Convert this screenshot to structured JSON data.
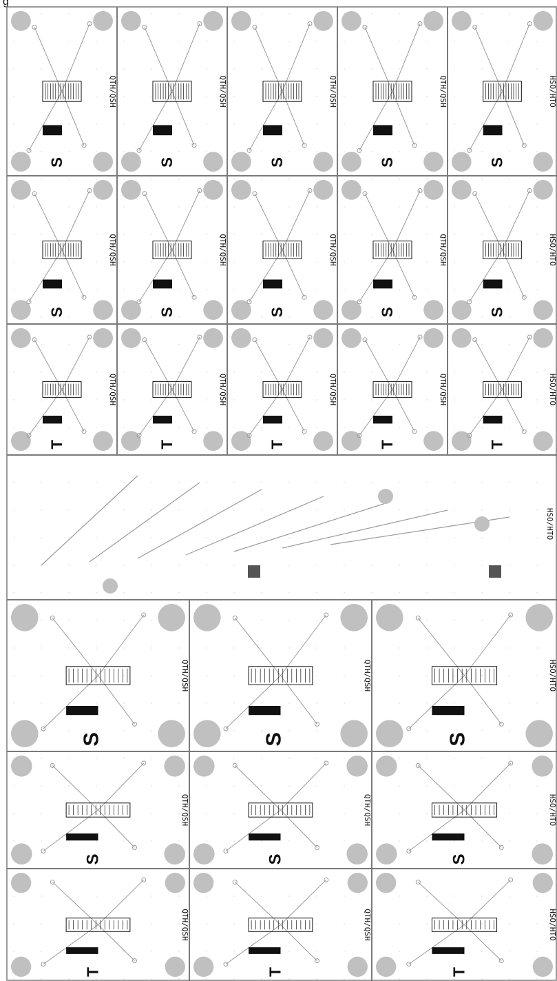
{
  "header": {
    "title_fragment": "g"
  },
  "board": {
    "colors": {
      "grid_line": "#7a7a7a",
      "pad": "#c0c0c0",
      "trace": "#9a9a9a",
      "ink": "#111111",
      "background": "#ffffff"
    },
    "panel_label_text": "QTH/QSH",
    "partial_label_text": "HSO/HTO",
    "top_region": {
      "rows": [
        {
          "letters": [
            "T",
            "S",
            "S"
          ],
          "labels": [
            "QTH/QSH",
            "QTH/QSH",
            "QTH/QSH"
          ]
        },
        {
          "letters": [
            "T",
            "S",
            "S"
          ],
          "labels": [
            "QTH/QSH",
            "QTH/QSH",
            "QTH/QSH"
          ]
        },
        {
          "letters": [
            "T",
            "S",
            "S"
          ],
          "labels": [
            "QTH/QSH",
            "QTH/QSH",
            "QTH/QSH"
          ]
        },
        {
          "letters": [
            "T",
            "S",
            "S"
          ],
          "labels": [
            "QTH/QSH",
            "QTH/QSH",
            "QTH/QSH"
          ]
        },
        {
          "letters": [
            "T",
            "S",
            "S"
          ],
          "labels": [
            "HSO/HTO",
            "HSO/HTO",
            "HSO/HTO"
          ]
        }
      ]
    },
    "middle_region": {
      "label": "HSO/HTO"
    },
    "bottom_region": {
      "rows": [
        {
          "letters": [
            "S",
            "S",
            "T"
          ],
          "labels": [
            "QTH/QSH",
            "QTH/QSH",
            "QTH/QSH"
          ]
        },
        {
          "letters": [
            "S",
            "S",
            "T"
          ],
          "labels": [
            "QTH/QSH",
            "QTH/QSH",
            "QTH/QSH"
          ]
        },
        {
          "letters": [
            "S",
            "S",
            "T"
          ],
          "labels": [
            "HSO/HTO",
            "HSO/HTO",
            "HSO/HTO"
          ]
        }
      ]
    }
  }
}
